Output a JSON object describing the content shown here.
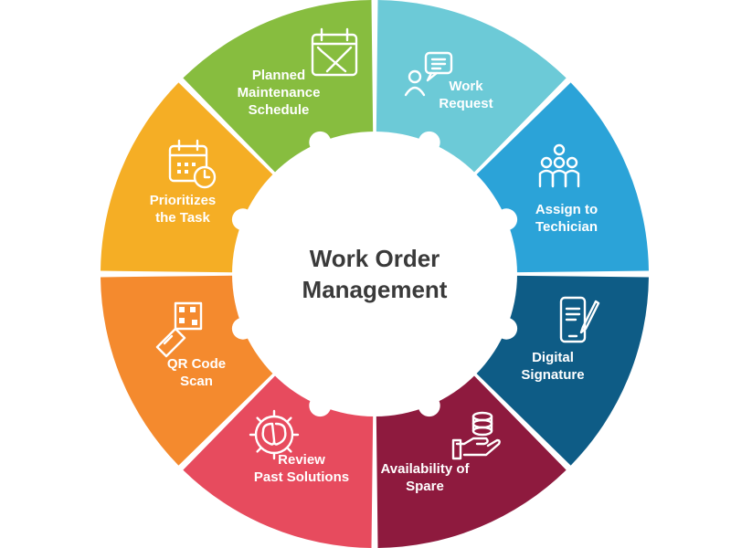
{
  "diagram": {
    "center_title": [
      "Work Order",
      "Management"
    ],
    "segments": [
      {
        "id": "work-request",
        "lines": [
          "Work",
          "Request"
        ],
        "color": "#6CCAD7",
        "dark": "#4FB3C0",
        "icon": "chat-user-icon"
      },
      {
        "id": "assign-technician",
        "lines": [
          "Assign to",
          "Techician"
        ],
        "color": "#2BA3D8",
        "dark": "#1E87B8",
        "icon": "team-icon"
      },
      {
        "id": "digital-signature",
        "lines": [
          "Digital",
          "Signature"
        ],
        "color": "#0E5C86",
        "dark": "#0A4766",
        "icon": "phone-pen-icon"
      },
      {
        "id": "availability-spare",
        "lines": [
          "Availability of",
          "Spare"
        ],
        "color": "#8E1A3E",
        "dark": "#6E1230",
        "icon": "hand-coins-icon"
      },
      {
        "id": "review-past-solutions",
        "lines": [
          "Review",
          "Past Solutions"
        ],
        "color": "#E74B5E",
        "dark": "#C9333F",
        "icon": "brain-gear-icon"
      },
      {
        "id": "qr-code-scan",
        "lines": [
          "QR Code",
          "Scan"
        ],
        "color": "#F48A2E",
        "dark": "#D86F18",
        "icon": "qr-scan-icon"
      },
      {
        "id": "prioritizes-task",
        "lines": [
          "Prioritizes",
          "the Task"
        ],
        "color": "#F5AE25",
        "dark": "#D8941A",
        "icon": "calendar-clock-icon"
      },
      {
        "id": "planned-maintenance",
        "lines": [
          "Planned",
          "Maintenance",
          "Schedule"
        ],
        "color": "#87BD3F",
        "dark": "#6C9E2C",
        "icon": "tools-calendar-icon"
      }
    ]
  }
}
